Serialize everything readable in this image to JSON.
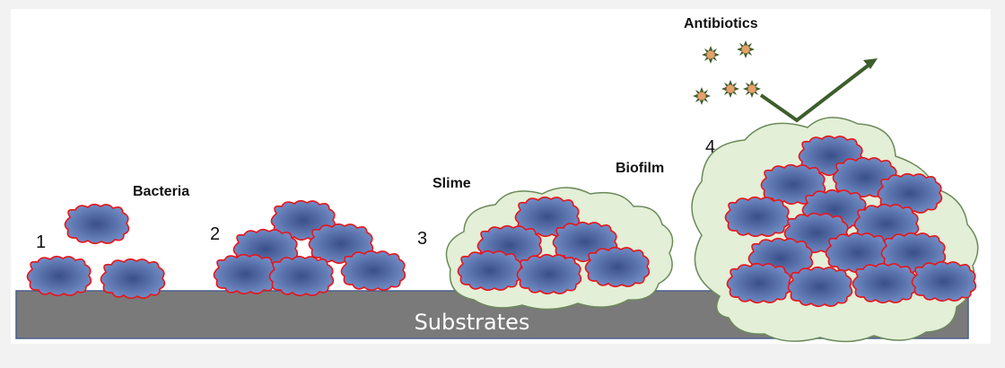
{
  "labels": {
    "bacteria": "Bacteria",
    "slime": "Slime",
    "biofilm": "Biofilm",
    "antibiotics": "Antibiotics",
    "substrates": "Substrates"
  },
  "stages": [
    "1",
    "2",
    "3",
    "4"
  ],
  "colors": {
    "bacterium_fill_center": "#3a4f8a",
    "bacterium_fill_edge": "#6f8cc4",
    "bacterium_outline": "#e8151b",
    "slime_fill": "#e3efd7",
    "slime_outline": "#6c8a5a",
    "substrate_fill": "#7a7a7a",
    "substrate_outline": "#4a5e8c",
    "antibiotic_fill": "#e3a16b",
    "antibiotic_spikes": "#3d5e2c",
    "arrow": "#3d5e2c"
  },
  "icons": {
    "bacterium": "bacterium-icon",
    "antibiotic": "antibiotic-icon",
    "deflection_arrow": "arrow-icon"
  }
}
